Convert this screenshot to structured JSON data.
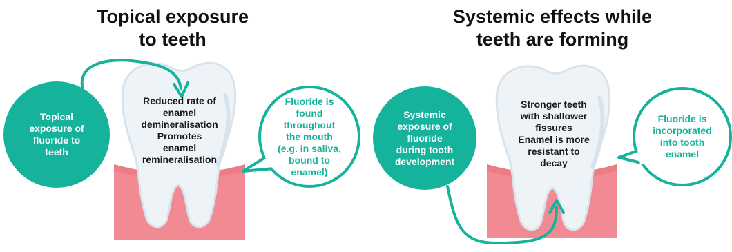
{
  "panels": [
    {
      "title_lines": [
        "Topical exposure",
        "to teeth"
      ],
      "circle_lines": [
        "Topical",
        "exposure of",
        "fluoride to",
        "teeth"
      ],
      "tooth_lines": [
        "Reduced rate of",
        "enamel",
        "demineralisation",
        "Promotes",
        "enamel",
        "remineralisation"
      ],
      "bubble_lines": [
        "Fluoride is",
        "found",
        "throughout",
        "the mouth",
        "(e.g. in saliva,",
        "bound to",
        "enamel)"
      ]
    },
    {
      "title_lines": [
        "Systemic effects while",
        "teeth are forming"
      ],
      "circle_lines": [
        "Systemic",
        "exposure of",
        "fluoride",
        "during tooth",
        "development"
      ],
      "tooth_lines": [
        "Stronger teeth",
        "with shallower",
        "fissures",
        "Enamel is more",
        "resistant to",
        "decay"
      ],
      "bubble_lines": [
        "Fluoride is",
        "incorporated",
        "into tooth",
        "enamel"
      ]
    }
  ],
  "colors": {
    "teal": "#15b39c",
    "gum": "#f28a93",
    "tooth": "#eef3f7",
    "tooth_edge": "#d8e3ec"
  }
}
